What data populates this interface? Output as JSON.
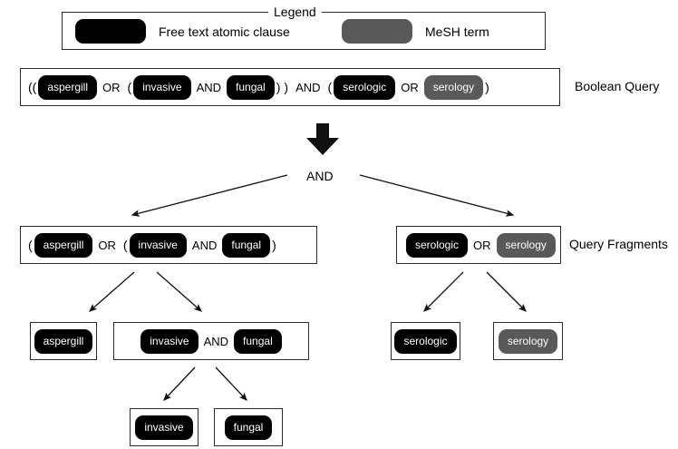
{
  "legend": {
    "title": "Legend",
    "entries": [
      {
        "swatch": "free-text",
        "color": "#000000",
        "label": "Free text atomic clause"
      },
      {
        "swatch": "mesh",
        "color": "#595959",
        "label": "MeSH term"
      }
    ]
  },
  "row_labels": {
    "boolean_query": "Boolean Query",
    "query_fragments": "Query Fragments"
  },
  "boolean_query": {
    "tokens": [
      {
        "type": "paren",
        "text": "(("
      },
      {
        "type": "free",
        "text": "aspergill"
      },
      {
        "type": "op",
        "text": "OR"
      },
      {
        "type": "paren",
        "text": "("
      },
      {
        "type": "free",
        "text": "invasive"
      },
      {
        "type": "op",
        "text": "AND"
      },
      {
        "type": "free",
        "text": "fungal"
      },
      {
        "type": "paren",
        "text": ")"
      },
      {
        "type": "paren",
        "text": ")"
      },
      {
        "type": "op",
        "text": "AND"
      },
      {
        "type": "paren",
        "text": "("
      },
      {
        "type": "free",
        "text": "serologic"
      },
      {
        "type": "op",
        "text": "OR"
      },
      {
        "type": "mesh",
        "text": "serology"
      },
      {
        "type": "paren",
        "text": ")"
      }
    ]
  },
  "root_operator": "AND",
  "fragment_left": {
    "tokens": [
      {
        "type": "paren",
        "text": "("
      },
      {
        "type": "free",
        "text": "aspergill"
      },
      {
        "type": "op",
        "text": "OR"
      },
      {
        "type": "paren",
        "text": "("
      },
      {
        "type": "free",
        "text": "invasive"
      },
      {
        "type": "op",
        "text": "AND"
      },
      {
        "type": "free",
        "text": "fungal"
      },
      {
        "type": "paren",
        "text": ")"
      }
    ]
  },
  "fragment_right": {
    "tokens": [
      {
        "type": "free",
        "text": "serologic"
      },
      {
        "type": "op",
        "text": "OR"
      },
      {
        "type": "mesh",
        "text": "serology"
      }
    ]
  },
  "node_aspergill": {
    "tokens": [
      {
        "type": "free",
        "text": "aspergill"
      }
    ]
  },
  "node_invasive_and_fungal": {
    "tokens": [
      {
        "type": "free",
        "text": "invasive"
      },
      {
        "type": "op",
        "text": "AND"
      },
      {
        "type": "free",
        "text": "fungal"
      }
    ]
  },
  "node_serologic": {
    "tokens": [
      {
        "type": "free",
        "text": "serologic"
      }
    ]
  },
  "node_serology": {
    "tokens": [
      {
        "type": "mesh",
        "text": "serology"
      }
    ]
  },
  "leaf_invasive": {
    "tokens": [
      {
        "type": "free",
        "text": "invasive"
      }
    ]
  },
  "leaf_fungal": {
    "tokens": [
      {
        "type": "free",
        "text": "fungal"
      }
    ]
  },
  "icons": {
    "big_arrow": "thick-down-arrow-icon",
    "edge": "arrow-edge-icon"
  },
  "colors": {
    "free_text": "#000000",
    "mesh_term": "#595959",
    "border": "#2b2b2b",
    "background": "#ffffff"
  }
}
